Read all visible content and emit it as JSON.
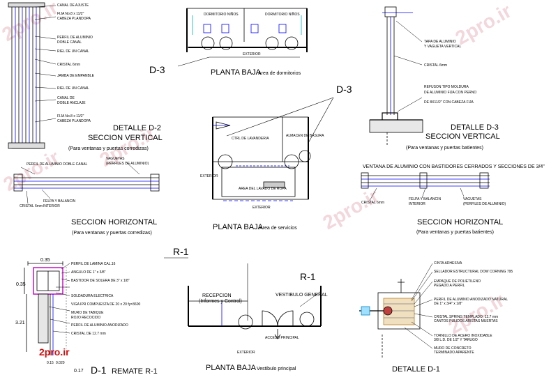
{
  "watermark": "2pro.ir",
  "logo_text": "2pro.ir",
  "colors": {
    "line": "#000000",
    "accent_red": "#ff0000",
    "accent_blue": "#0000ff",
    "accent_cyan": "#00b0c0",
    "magenta": "#c000c0",
    "watermark": "#f2d7dc"
  },
  "detail_d2": {
    "labels": [
      "CANAL DE AJUSTE",
      "FIJA No.8 x 11/2\"",
      "CABEZA PLANDOPA",
      "PERFIL DE ALUMINIO",
      "DOBLE CANAL",
      "RIEL DE UN CANAL",
      "CRISTAL 6mm",
      "JAMBA DE EMPANBLE",
      "RIEL DE UN CANAL",
      "CANAL DE",
      "DOBLE ANCLAJE",
      "FIJA No.8 x 11/2\"",
      "CABEZA PLANDOPA"
    ],
    "title": "DETALLE D-2",
    "subtitle": "SECCION VERTICAL",
    "note": "(Para ventanas y puertas corredizas)"
  },
  "plan_dorm": {
    "rooms": [
      "DORMITORIO NIÑOS",
      "DORMITORIO NIÑOS"
    ],
    "exterior": "EXTERIOR",
    "tag": "D-3",
    "title": "PLANTA BAJA",
    "subtitle": "Area de dormitorios"
  },
  "detail_d3": {
    "labels": [
      "TAPA DE ALUMINIO",
      "Y VAGUETA VERTICAL",
      "CRISTAL 6mm",
      "REFUSON TIPO MOLDURA",
      "DE ALUMINIO FIJA CON PERNO",
      "DE 8X11/2\" CON CABEZA FIJA"
    ],
    "title": "DETALLE D-3",
    "subtitle": "SECCION VERTICAL",
    "note": "(Para ventanas y puertas batientes)"
  },
  "plan_serv": {
    "tag": "D-3",
    "labels": [
      "CTRL DE LAVANDERIA",
      "ALMACEN DE BASURA",
      "EXTERIOR",
      "AREA DEL LAVADO DE ROPA",
      "EXTERIOR"
    ],
    "title": "PLANTA BAJA",
    "subtitle": "Area de servicios"
  },
  "sec_h_left": {
    "labels": [
      "PERFIL DE ALUMINIO DOBLE CANAL",
      "VAGUETAS",
      "(PERFILES DE ALUMINIO)",
      "FELPA Y BALANCIN",
      "INTERIOR",
      "CRISTAL 6mm"
    ],
    "title": "SECCION HORIZONTAL",
    "note": "(Para ventanas y puertas corredizas)"
  },
  "sec_h_right": {
    "header": "VENTANA DE ALUMINIO CON BASTIDORES CERRADOS Y SECCIONES DE 3/4\"",
    "labels": [
      "CRISTAL 6mm",
      "FELPA Y BALANCIN",
      "INTERIOR",
      "VAGUETAS",
      "(PERFILES DE ALUMINIO)"
    ],
    "title": "SECCION HORIZONTAL",
    "note": "(Para ventanas y puertas batientes)"
  },
  "remate": {
    "dims": [
      "0.35",
      "0.35",
      "3.21",
      "0.15",
      "0.020",
      "0.17"
    ],
    "labels": [
      "PERFIL DE LAMINA CAL.16",
      "ANGULO DE 1\" x 3/8\"",
      "BASTIDOR DE SOLERA DE 3\" x 1/8\"",
      "SOLDADURA ELECTRICA",
      "VIGA IPR COMPUESTA DE 20 x 20 fy=3600",
      "MURO DE TABIQUE",
      "ROJO RECOCIDO",
      "PERFIL DE ALUMINIO ANODIZADO",
      "CRISTAL DE 12.7 mm"
    ],
    "tag": "D-1",
    "title": "REMATE R-1"
  },
  "plan_vest": {
    "tag_top": "R-1",
    "tag_mid": "R-1",
    "labels": [
      "RECEPCION",
      "(Informes y Control)",
      "VESTIBULO GENERAL",
      "ACCESO PRINCIPAL",
      "EXTERIOR"
    ],
    "title": "PLANTA BAJA",
    "subtitle": "Vestibulo principal"
  },
  "detail_d1": {
    "labels": [
      "CINTA ADHESIVA",
      "SELLADOR ESTRUCTURAL DOW CORNING 795",
      "EMPAQUE DE POLIETILENO",
      "PEGADO A PERFIL",
      "PERFIL DE ALUMINIO ANODIZADO NATURAL",
      "DE 1\" x 3/4\" x 1/8\"",
      "CRISTAL SPRING TEMPLADO, 12.7 mm",
      "CANTOS PULIDOS ARISTAS MUERTAS",
      "TORNILLO DE ACERO INOXIDABLE",
      "3/8 L.D. DE 1/2\" Y TARUGO",
      "MURO DE CONCRETO",
      "TERMINADO APARENTE"
    ],
    "title": "DETALLE D-1"
  }
}
